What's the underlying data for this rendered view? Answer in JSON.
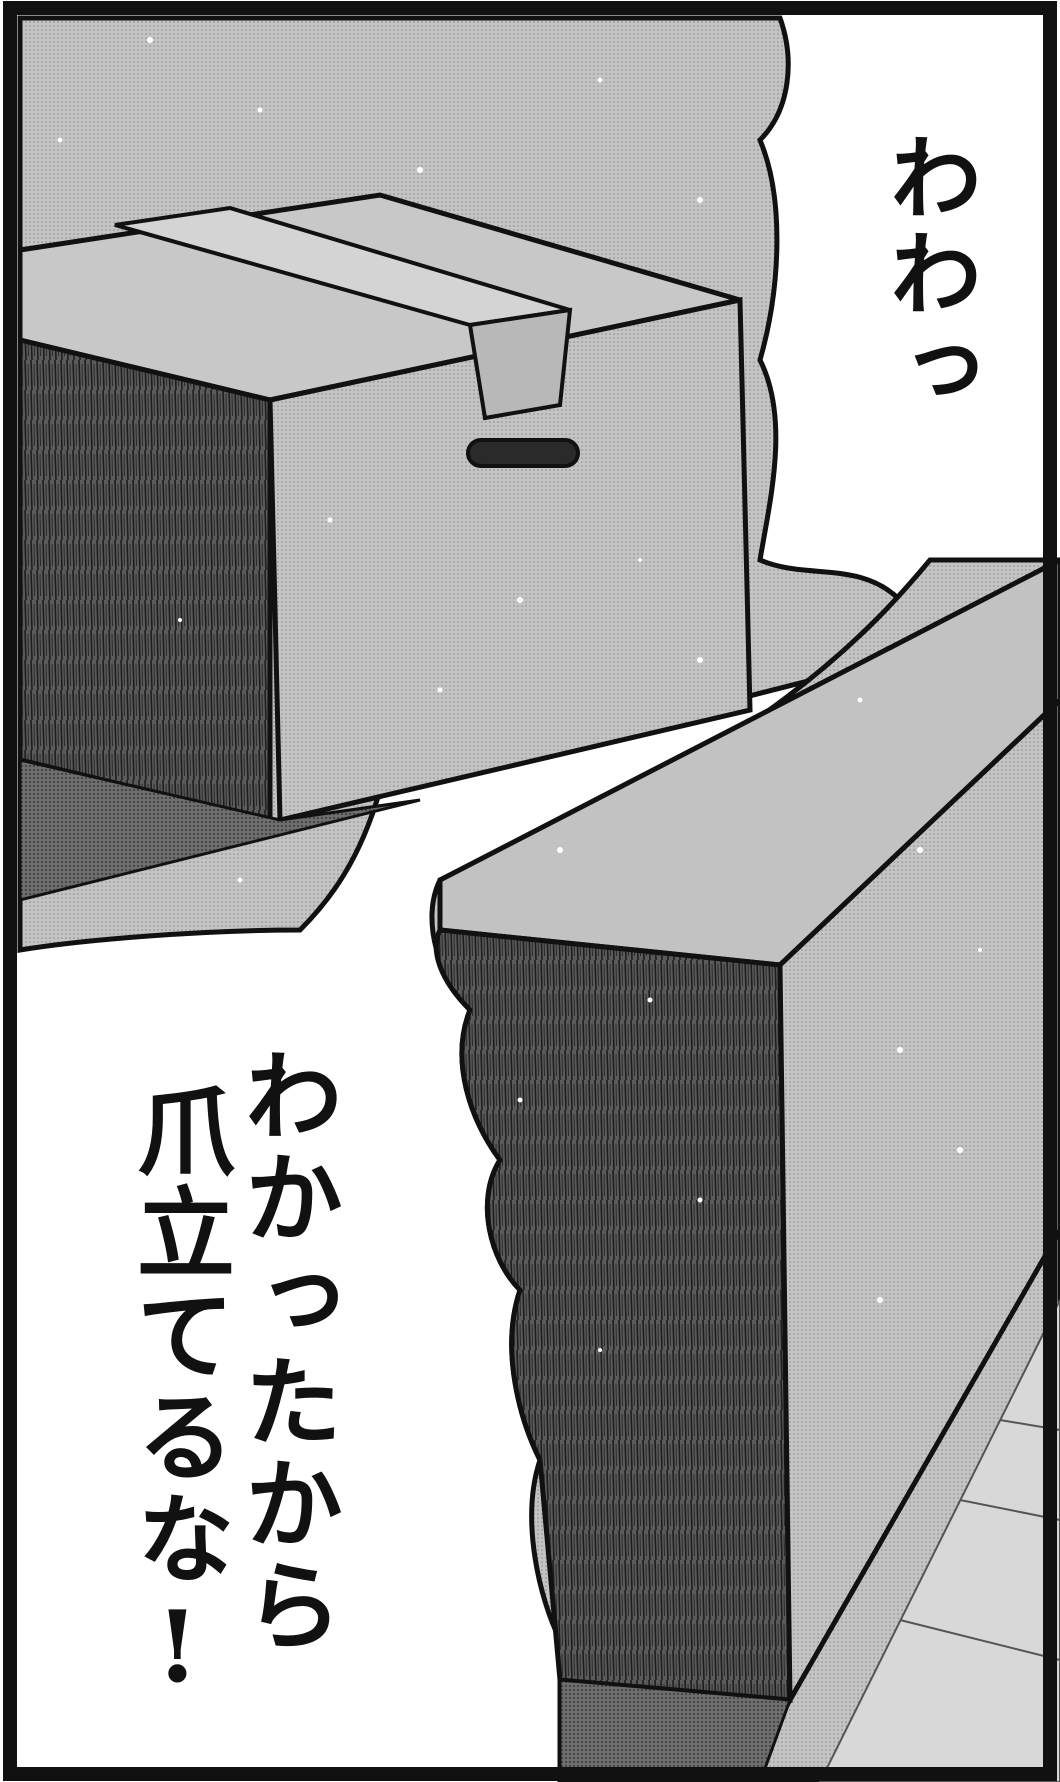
{
  "panel": {
    "sound_effect": "わわっ",
    "dialogue": {
      "line1": "わかったから",
      "line2": "爪立てるな!"
    }
  },
  "colors": {
    "ink": "#111111",
    "paper": "#ffffff",
    "tone_light": "#bdbdbd",
    "tone_mid": "#9e9e9e",
    "tone_dark": "#4a4a4a"
  }
}
